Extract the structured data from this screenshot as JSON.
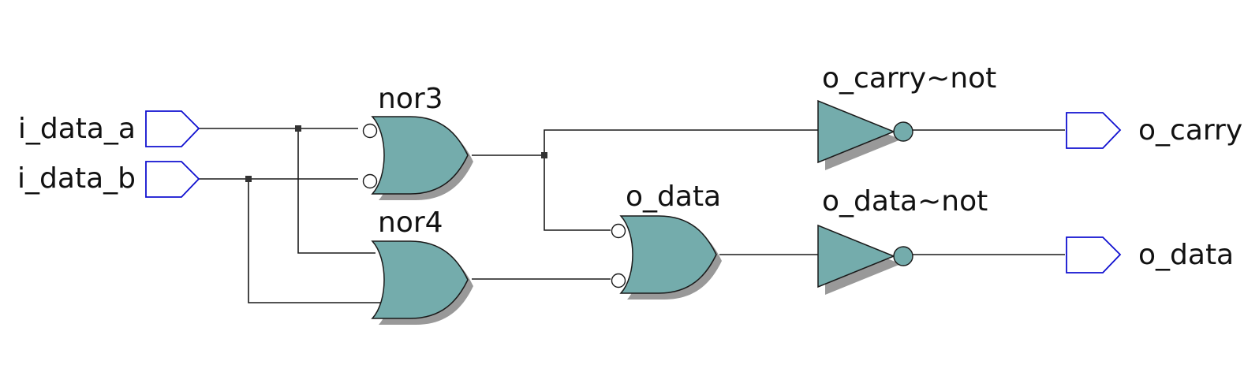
{
  "colors": {
    "gate_fill": "#74acac",
    "port_outline": "#1010d0",
    "wire": "#1a1a1a",
    "shadow": "#999999",
    "background": "#ffffff"
  },
  "inputs": {
    "a": "i_data_a",
    "b": "i_data_b"
  },
  "outputs": {
    "carry": "o_carry",
    "data": "o_data"
  },
  "gates": {
    "nor3": "nor3",
    "nor4": "nor4",
    "o_data": "o_data",
    "carry_not": "o_carry~not",
    "data_not": "o_data~not"
  },
  "icons": {
    "input_port": "input-pin-icon",
    "output_port": "output-pin-icon",
    "or_gate": "or-gate-icon",
    "inverter": "not-gate-icon"
  }
}
